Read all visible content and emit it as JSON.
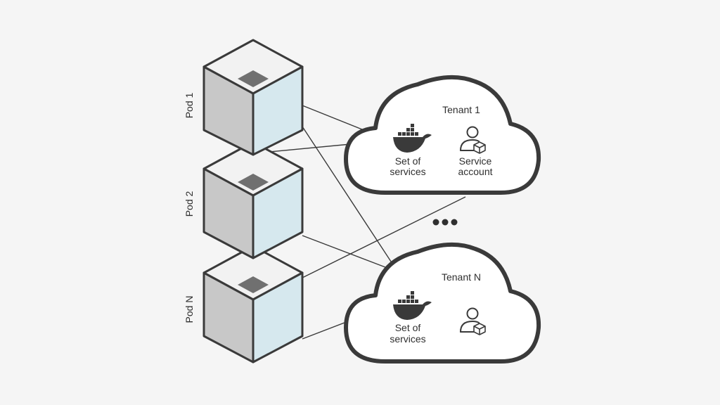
{
  "pods": [
    {
      "label": "Pod 1"
    },
    {
      "label": "Pod 2"
    },
    {
      "label": "Pod N"
    }
  ],
  "tenants": [
    {
      "title": "Tenant 1",
      "services": {
        "line1": "Set of",
        "line2": "services"
      },
      "account": {
        "line1": "Service",
        "line2": "account"
      }
    },
    {
      "title": "Tenant N",
      "services": {
        "line1": "Set of",
        "line2": "services"
      }
    }
  ],
  "icons": {
    "services": "docker-whale-icon",
    "account": "service-account-icon"
  },
  "colors": {
    "background": "#f5f5f5",
    "outline": "#3a3a3a",
    "cube_top": "#f2f2f2",
    "cube_left": "#c8c8c8",
    "cube_right": "#d6e8ee",
    "cube_port": "#707070"
  }
}
